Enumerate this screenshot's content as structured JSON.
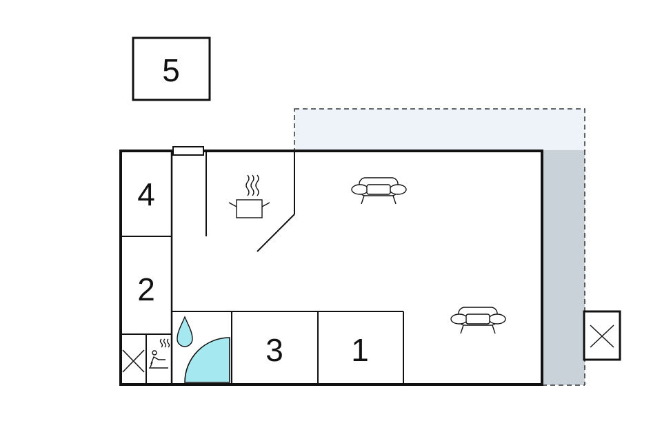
{
  "rooms": {
    "room_1": "1",
    "room_2": "2",
    "room_3": "3",
    "room_4": "4",
    "room_5": "5"
  },
  "colors": {
    "terrace_fill": "#eef3fa",
    "side_terrace_fill": "#c8d2d8",
    "water_fill": "#a6e8ef",
    "wall": "#111111"
  },
  "icons": [
    "cooking-pot-icon",
    "sofa-icon",
    "sofa-icon",
    "shower-icon",
    "sauna-icon",
    "closet-cross-icon",
    "exterior-storage-cross-icon"
  ]
}
